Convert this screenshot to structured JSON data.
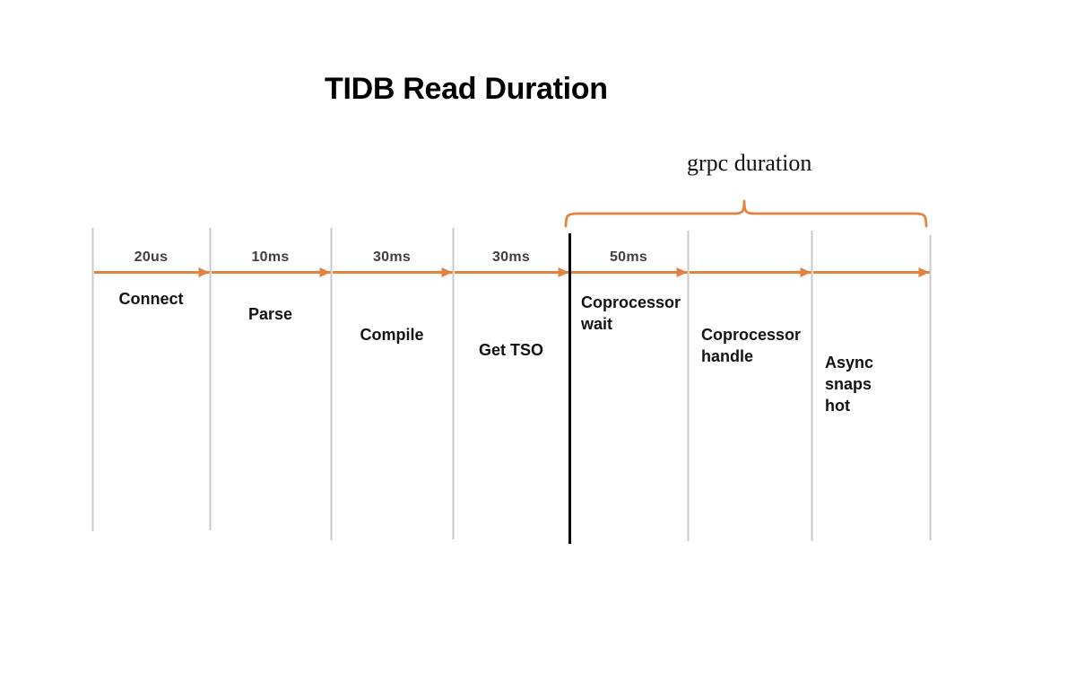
{
  "title": "TIDB Read Duration",
  "bracket": {
    "label": "grpc duration"
  },
  "colors": {
    "accent_orange": "#E3813F",
    "divider_gray": "#C9C9C9",
    "boundary_black": "#000000",
    "duration_text": "#3F3F3F",
    "label_text": "#131313",
    "title_text": "#000000"
  },
  "timeline": {
    "phases": [
      {
        "label": "Connect",
        "duration": "20us"
      },
      {
        "label": "Parse",
        "duration": "10ms"
      },
      {
        "label": "Compile",
        "duration": "30ms"
      },
      {
        "label": "Get TSO",
        "duration": "30ms"
      },
      {
        "label": "Coprocessor wait",
        "duration": "50ms"
      },
      {
        "label": "Coprocessor handle"
      },
      {
        "label": "Async snaps hot"
      }
    ]
  }
}
